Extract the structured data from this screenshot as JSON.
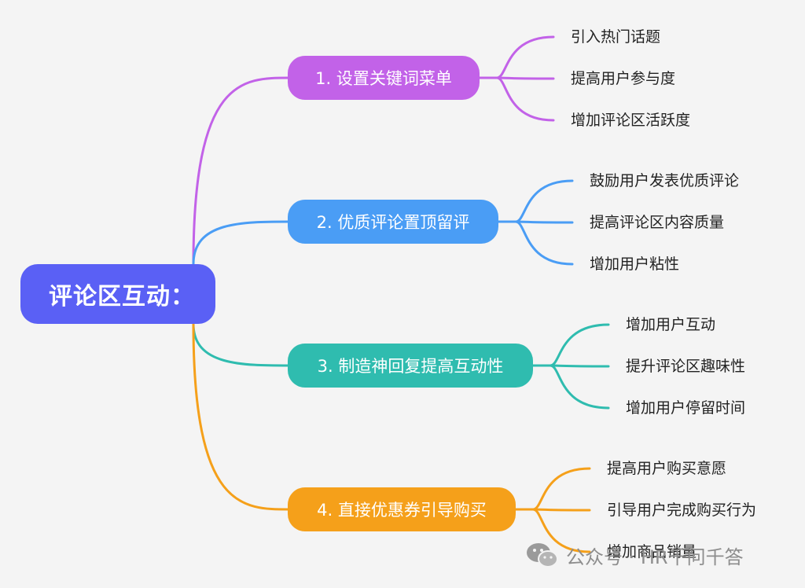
{
  "root": {
    "label": "评论区互动：",
    "color": "#5a60f5"
  },
  "branches": [
    {
      "label": "1. 设置关键词菜单",
      "color": "#c262e8",
      "leaves": [
        "引入热门话题",
        "提高用户参与度",
        "增加评论区活跃度"
      ]
    },
    {
      "label": "2. 优质评论置顶留评",
      "color": "#4a9df5",
      "leaves": [
        "鼓励用户发表优质评论",
        "提高评论区内容质量",
        "增加用户粘性"
      ]
    },
    {
      "label": "3. 制造神回复提高互动性",
      "color": "#2fbcaf",
      "leaves": [
        "增加用户互动",
        "提升评论区趣味性",
        "增加用户停留时间"
      ]
    },
    {
      "label": "4. 直接优惠券引导购买",
      "color": "#f5a01a",
      "leaves": [
        "提高用户购买意愿",
        "引导用户完成购买行为",
        "增加商品销量"
      ]
    }
  ],
  "watermark": {
    "text": "公众号 · HR千问千答",
    "icon": "wechat-icon"
  }
}
